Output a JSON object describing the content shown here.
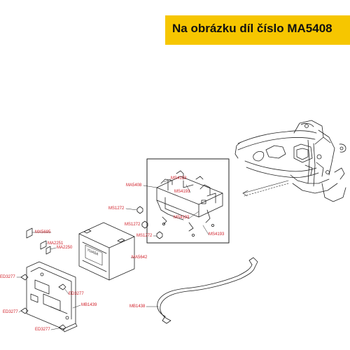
{
  "header": {
    "title": "Na obrázku díl číslo MA5408",
    "background": "#f6c600"
  },
  "colors": {
    "label": "#d0202a",
    "line": "#222222"
  },
  "labels": {
    "ma5408": "MA5408",
    "ms4193_a": "MS4193",
    "ms4193_b": "MS4193",
    "ms4193_c": "MS4193",
    "ms4193_d": "MS4193",
    "ms1272_a": "MS1272",
    "ms1272_b": "MS1272",
    "ms1272_c": "MS1272",
    "mx5695": "MX5695",
    "ma2251": "MA2251",
    "ma2250": "MA2250",
    "ma5642": "MA5642",
    "ed3277_a": "ED3277",
    "ed3277_b": "ED3277",
    "ed3277_c": "ED3277",
    "ed3277_d": "ED3277",
    "mb1439": "MB1439",
    "mb1438": "MB1438"
  },
  "battery_brand": "YUASA"
}
